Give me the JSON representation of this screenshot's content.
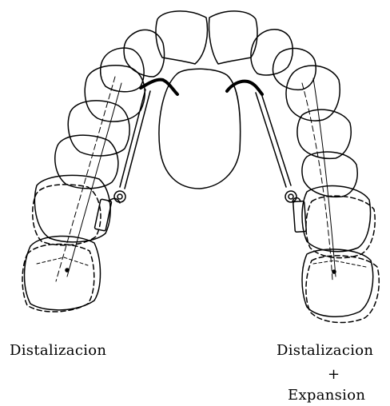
{
  "labels": {
    "left": "Distalizacion",
    "right_line1": "Distalizacion",
    "right_line2": "+",
    "right_line3": "Expansion"
  }
}
